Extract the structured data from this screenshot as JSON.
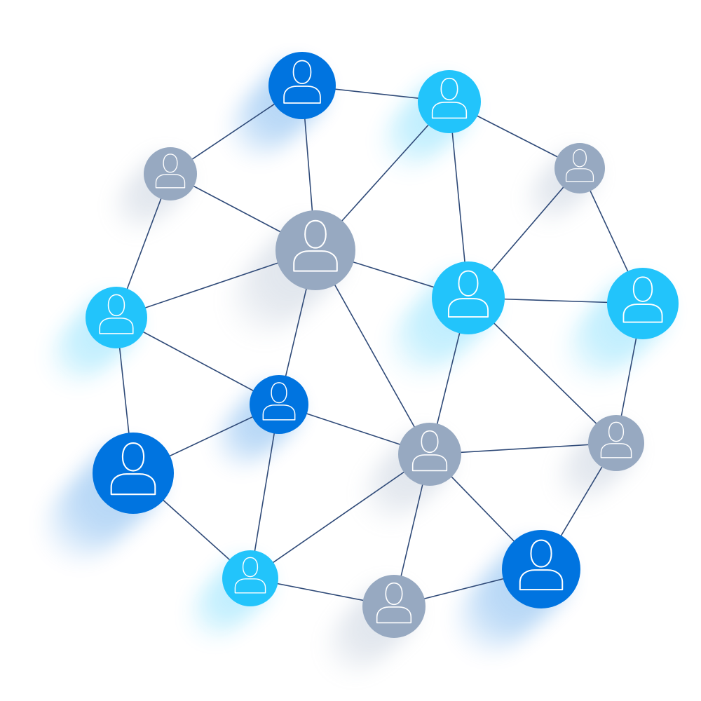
{
  "diagram": {
    "type": "network",
    "colors": {
      "edge": "#2f4a78",
      "node_dark_blue": "#0074e0",
      "node_light_blue": "#22c4fb",
      "node_gray": "#97a9c1",
      "icon_stroke": "#ffffff"
    },
    "node_icon": "person-icon",
    "nodes": [
      {
        "id": "n1",
        "tone": "dark_blue"
      },
      {
        "id": "n2",
        "tone": "light_blue"
      },
      {
        "id": "n3",
        "tone": "gray"
      },
      {
        "id": "n4",
        "tone": "gray"
      },
      {
        "id": "n5",
        "tone": "gray"
      },
      {
        "id": "n6",
        "tone": "light_blue"
      },
      {
        "id": "n7",
        "tone": "light_blue"
      },
      {
        "id": "n8",
        "tone": "light_blue"
      },
      {
        "id": "n9",
        "tone": "dark_blue"
      },
      {
        "id": "n10",
        "tone": "gray"
      },
      {
        "id": "n11",
        "tone": "gray"
      },
      {
        "id": "n12",
        "tone": "dark_blue"
      },
      {
        "id": "n13",
        "tone": "dark_blue"
      },
      {
        "id": "n14",
        "tone": "light_blue"
      },
      {
        "id": "n15",
        "tone": "gray"
      }
    ],
    "edges": [
      [
        "n1",
        "n2"
      ],
      [
        "n1",
        "n3"
      ],
      [
        "n1",
        "n5"
      ],
      [
        "n2",
        "n4"
      ],
      [
        "n2",
        "n5"
      ],
      [
        "n2",
        "n6"
      ],
      [
        "n3",
        "n5"
      ],
      [
        "n3",
        "n8"
      ],
      [
        "n4",
        "n6"
      ],
      [
        "n4",
        "n7"
      ],
      [
        "n5",
        "n6"
      ],
      [
        "n5",
        "n8"
      ],
      [
        "n5",
        "n9"
      ],
      [
        "n5",
        "n10"
      ],
      [
        "n6",
        "n7"
      ],
      [
        "n6",
        "n10"
      ],
      [
        "n6",
        "n11"
      ],
      [
        "n7",
        "n11"
      ],
      [
        "n8",
        "n9"
      ],
      [
        "n8",
        "n12"
      ],
      [
        "n9",
        "n10"
      ],
      [
        "n9",
        "n12"
      ],
      [
        "n9",
        "n14"
      ],
      [
        "n10",
        "n11"
      ],
      [
        "n10",
        "n13"
      ],
      [
        "n10",
        "n14"
      ],
      [
        "n10",
        "n15"
      ],
      [
        "n11",
        "n13"
      ],
      [
        "n12",
        "n14"
      ],
      [
        "n13",
        "n15"
      ],
      [
        "n14",
        "n15"
      ]
    ]
  }
}
